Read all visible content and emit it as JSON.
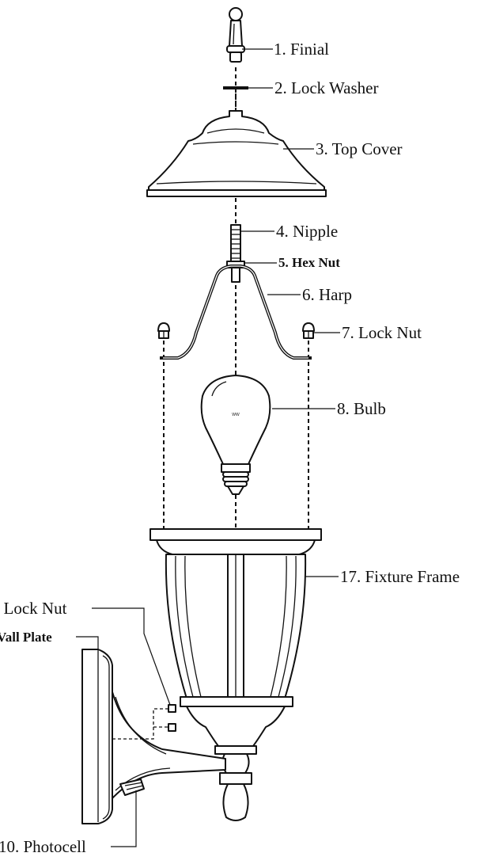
{
  "labels": {
    "finial": "1. Finial",
    "lock_washer": "2. Lock Washer",
    "top_cover": "3. Top Cover",
    "nipple": "4. Nipple",
    "hex_nut": "5. Hex Nut",
    "harp": "6. Harp",
    "lock_nut_top": "7. Lock Nut",
    "bulb": "8. Bulb",
    "fixture_frame": "17. Fixture Frame",
    "lock_nut_side": ". Lock Nut",
    "wall_plate": "Vall Plate",
    "photocell": "10. Photocell"
  },
  "bulb_marking": "WW"
}
